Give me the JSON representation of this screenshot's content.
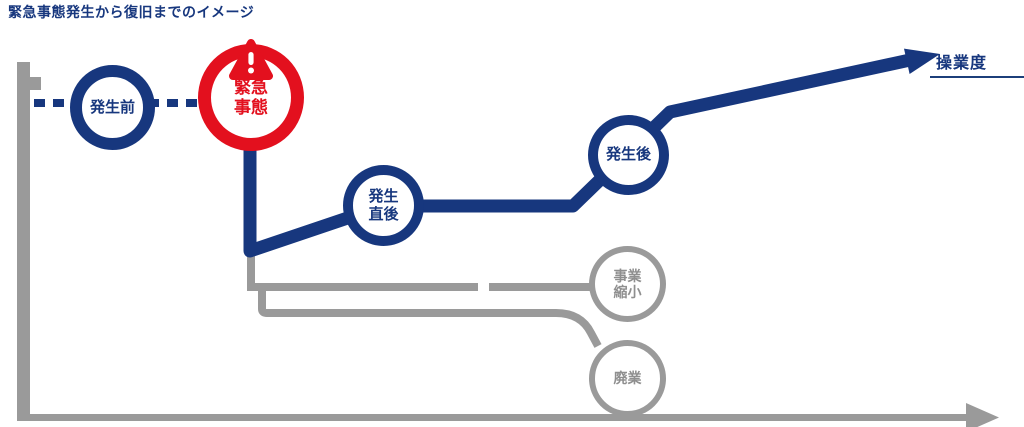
{
  "title": "緊急事態発生から復旧までのイメージ",
  "arrow_label": "操業度",
  "nodes": {
    "before": {
      "label": "発生前"
    },
    "emergency": {
      "line1": "緊急",
      "line2": "事態"
    },
    "justafter": {
      "line1": "発生",
      "line2": "直後"
    },
    "after": {
      "label": "発生後"
    },
    "downsize": {
      "line1": "事業",
      "line2": "縮小"
    },
    "closure": {
      "label": "廃業"
    }
  },
  "colors": {
    "navy": "#17377E",
    "red": "#E3101E",
    "gray": "#9A9A9A",
    "background": "#FFFFFF"
  }
}
